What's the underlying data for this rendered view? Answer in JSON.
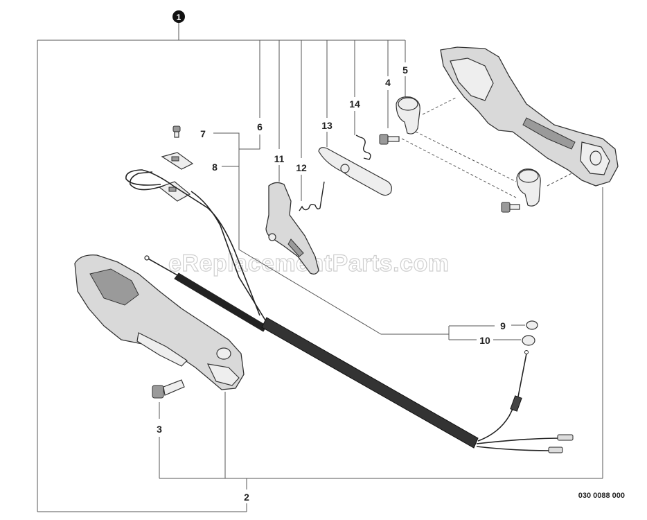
{
  "assembly_number": "1",
  "labels": {
    "p2": "2",
    "p3": "3",
    "p4": "4",
    "p5": "5",
    "p6": "6",
    "p7": "7",
    "p8": "8",
    "p9": "9",
    "p10": "10",
    "p11": "11",
    "p12": "12",
    "p13": "13",
    "p14": "14"
  },
  "diagram_code": "030 0088 000",
  "watermark": "eReplacementParts.com"
}
